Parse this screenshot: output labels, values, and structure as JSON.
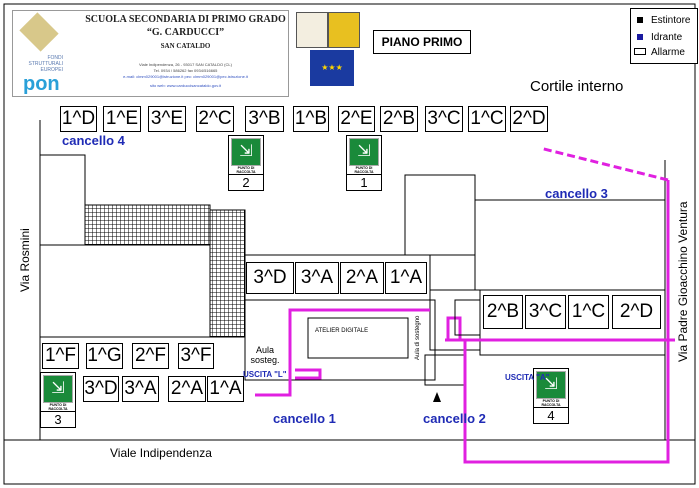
{
  "header": {
    "line1": "SCUOLA SECONDARIA DI PRIMO GRADO",
    "line2": "“G. CARDUCCI”",
    "line3": "SAN CATALDO",
    "address": "Viale Indipendenza, 26 - 93017 SAN CATALDO (CL)",
    "phone": "Tel. 0934 / 586262 fax 0934/516665",
    "email": "e-mail: clmm029001@istruzione.it pec: clmm029001@pec.istruzione.it",
    "web": "sito web: www.carduccisancataldo.gov.it",
    "pon_text": "FONDI STRUTTURALI EUROPEI",
    "pon_logo": "pon"
  },
  "title": "PIANO PRIMO",
  "legend": [
    {
      "label": "Estintore",
      "color": "#000000"
    },
    {
      "label": "Idrante",
      "color": "#1a1aa0"
    },
    {
      "label": "Allarme",
      "color": "#ffffff"
    }
  ],
  "labels": {
    "cortile": "Cortile interno",
    "cancello1": "cancello 1",
    "cancello2": "cancello 2",
    "cancello3": "cancello 3",
    "cancello4": "cancello 4",
    "via_rosmini": "Via Rosmini",
    "via_ventura": "Via Padre Gioacchino Ventura",
    "viale": "Viale Indipendenza",
    "uscita_l": "USCITA \"L\"",
    "uscita_a": "USCITA \"A\"",
    "atelier": "ATELIER DIGITALE",
    "aula_sosteg": "Aula sosteg.",
    "aula_sostegno": "Aula di sostegno"
  },
  "rooms_top": [
    "1^D",
    "1^E",
    "3^E",
    "2^C",
    "3^B",
    "1^B",
    "2^E",
    "2^B",
    "3^C",
    "1^C",
    "2^D"
  ],
  "rooms_mid": [
    "3^D",
    "3^A",
    "2^A",
    "1^A"
  ],
  "rooms_right": [
    "2^B",
    "3^C",
    "1^C",
    "2^D"
  ],
  "rooms_left1": [
    "1^F",
    "1^G",
    "2^F",
    "3^F"
  ],
  "rooms_left2": [
    "3^D",
    "3^A",
    "2^A",
    "1^A"
  ],
  "assembly": {
    "text": "PUNTO DI RACCOLTA",
    "points": [
      "1",
      "2",
      "3",
      "4"
    ]
  },
  "colors": {
    "route": "#e020e0",
    "label_blue": "#1f2bb5",
    "sign_green": "#1a8a3a"
  }
}
